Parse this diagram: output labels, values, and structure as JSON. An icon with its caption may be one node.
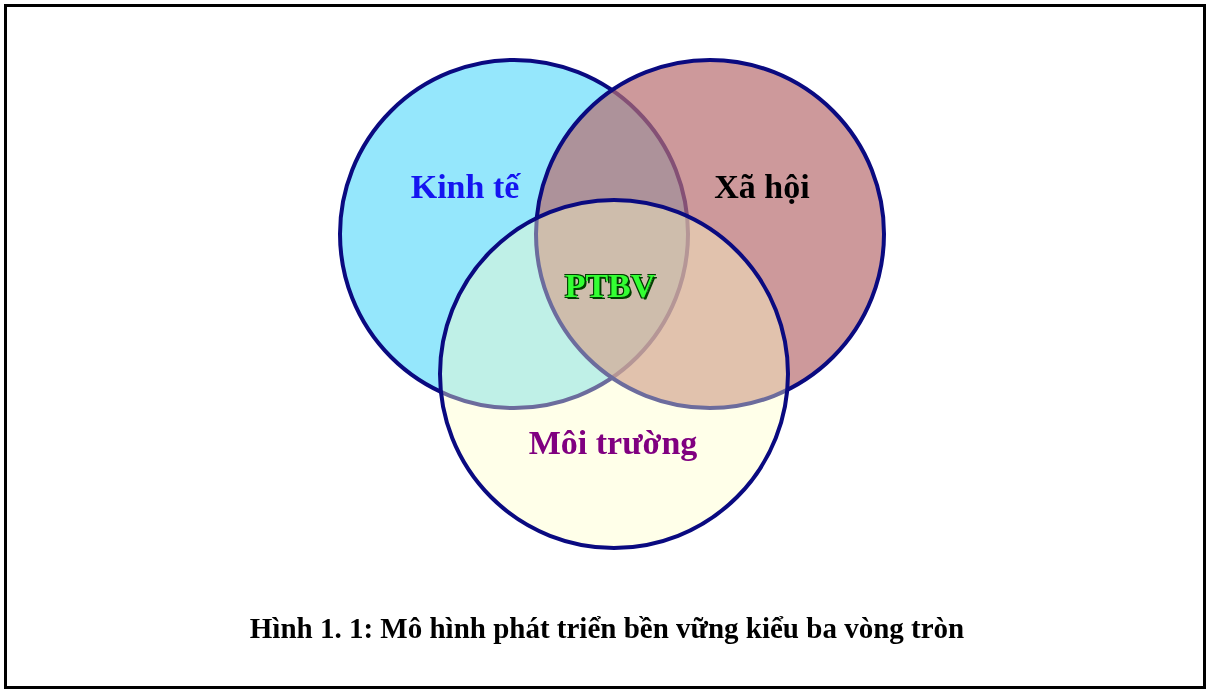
{
  "diagram": {
    "caption": "Hình 1. 1: Mô hình phát triển bền vững kiểu ba vòng tròn",
    "nodes": [
      {
        "text": [
          "Kinh tế"
        ]
      },
      {
        "text": [
          "Xã hội"
        ]
      },
      {
        "text": [
          "Môi trường"
        ]
      }
    ],
    "labels": [
      "PTBV"
    ]
  }
}
